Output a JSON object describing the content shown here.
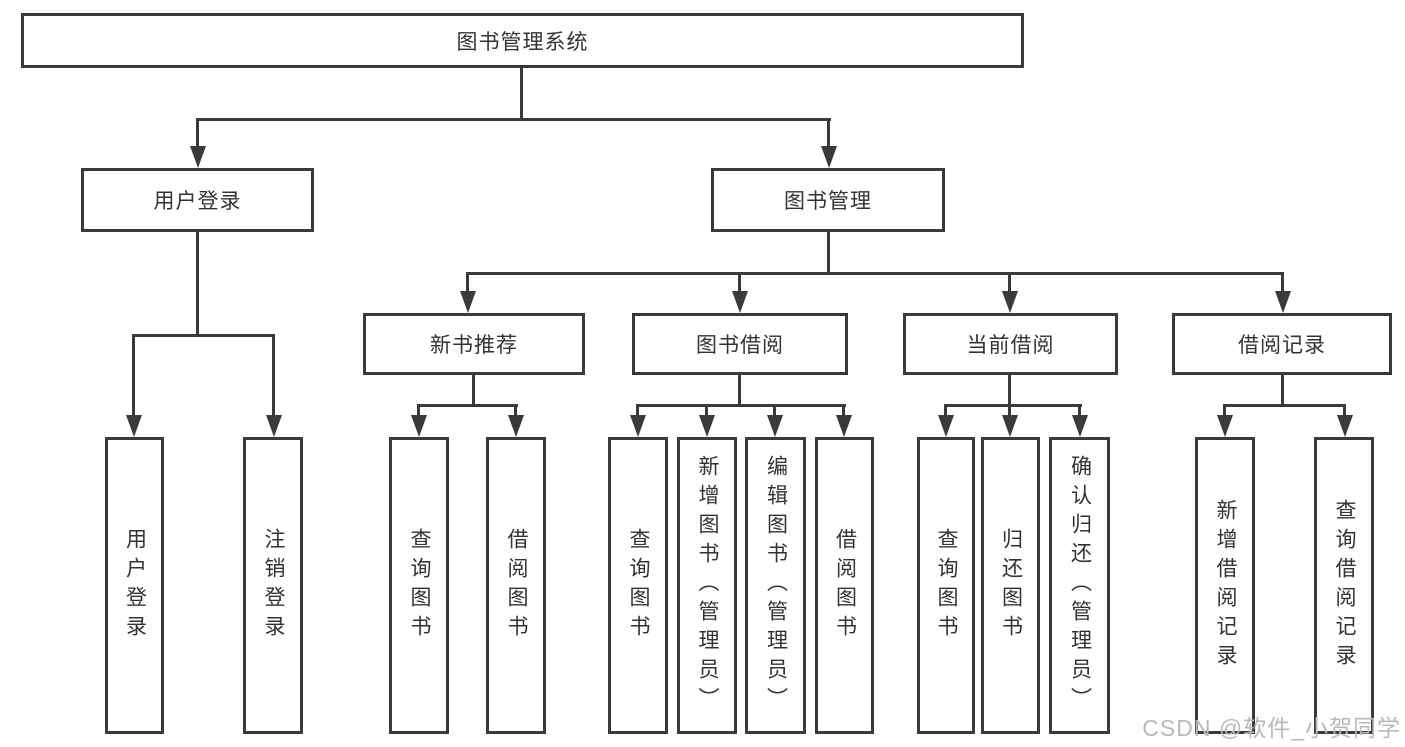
{
  "colors": {
    "line": "#3a3a3a",
    "text": "#333333",
    "watermark": "#b9b9b9",
    "background": "#ffffff"
  },
  "watermark": {
    "text": "CSDN @软件_小贺同学"
  },
  "tree": {
    "label": "图书管理系统",
    "children": [
      {
        "label": "用户登录",
        "children": [
          {
            "label": "用户登录"
          },
          {
            "label": "注销登录"
          }
        ]
      },
      {
        "label": "图书管理",
        "children": [
          {
            "label": "新书推荐",
            "children": [
              {
                "label": "查询图书"
              },
              {
                "label": "借阅图书"
              }
            ]
          },
          {
            "label": "图书借阅",
            "children": [
              {
                "label": "查询图书"
              },
              {
                "label": "新增图书（管理员）"
              },
              {
                "label": "编辑图书（管理员）"
              },
              {
                "label": "借阅图书"
              }
            ]
          },
          {
            "label": "当前借阅",
            "children": [
              {
                "label": "查询图书"
              },
              {
                "label": "归还图书"
              },
              {
                "label": "确认归还（管理员）"
              }
            ]
          },
          {
            "label": "借阅记录",
            "children": [
              {
                "label": "新增借阅记录"
              },
              {
                "label": "查询借阅记录"
              }
            ]
          }
        ]
      }
    ]
  }
}
